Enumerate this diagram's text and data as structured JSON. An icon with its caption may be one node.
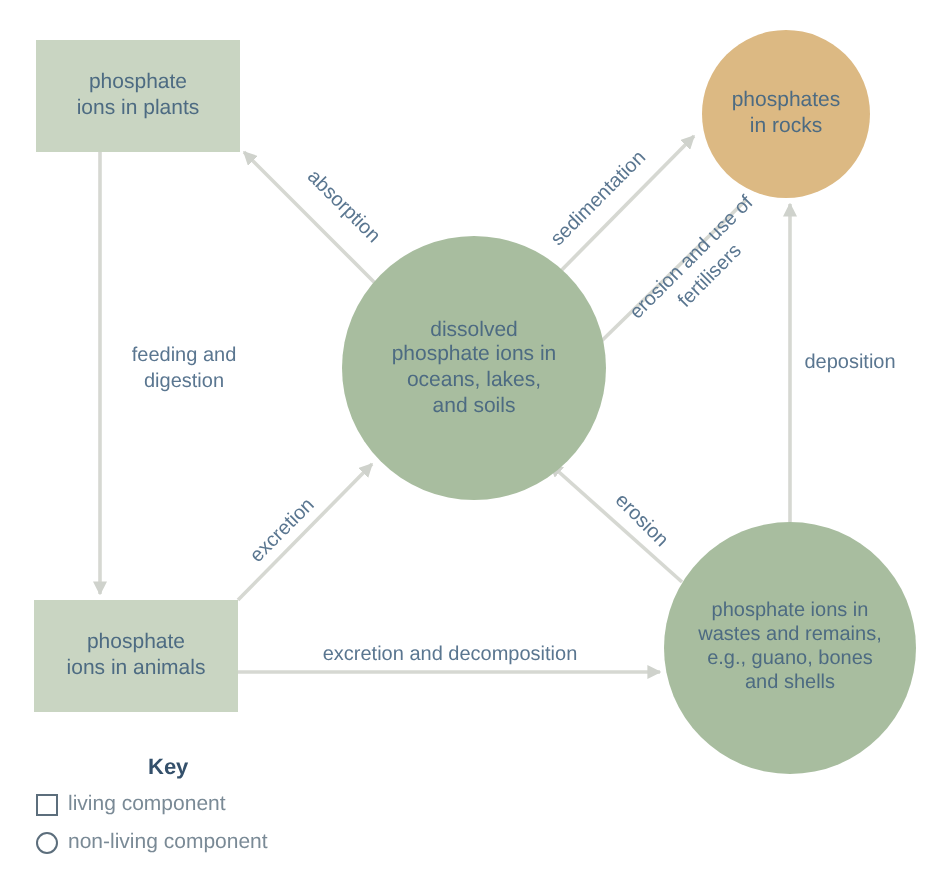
{
  "diagram": {
    "nodes": [
      {
        "text": [
          "phosphate ions in plants"
        ]
      },
      {
        "text": [
          "phosphates in rocks"
        ]
      },
      {
        "text": [
          "dissolved phosphate ions in oceans, lakes, and soils"
        ]
      },
      {
        "text": [
          "phosphate ions in animals"
        ]
      },
      {
        "text": [
          "phosphate ions in wastes and remains, e.g., guano, bones and shells"
        ]
      }
    ],
    "edges": [
      {
        "from": 2,
        "to": 0,
        "arrow": "to",
        "label": "absorption"
      },
      {
        "from": 2,
        "to": 1,
        "arrow": "to",
        "label": "sedimentation"
      },
      {
        "from": 1,
        "to": 2,
        "arrow": "to",
        "label": "erosion and use of fertilisers"
      },
      {
        "from": 0,
        "to": 3,
        "arrow": "to",
        "label": "feeding and digestion"
      },
      {
        "from": 3,
        "to": 2,
        "arrow": "to",
        "label": "excretion"
      },
      {
        "from": 4,
        "to": 2,
        "arrow": "to",
        "label": "erosion"
      },
      {
        "from": 3,
        "to": 4,
        "arrow": "to",
        "label": "excretion and decomposition"
      },
      {
        "from": 4,
        "to": 1,
        "arrow": "to",
        "label": "deposition"
      }
    ],
    "labels": [
      "Key"
    ],
    "legend": [
      {
        "text": "living component"
      },
      {
        "text": "non-living component"
      }
    ]
  }
}
